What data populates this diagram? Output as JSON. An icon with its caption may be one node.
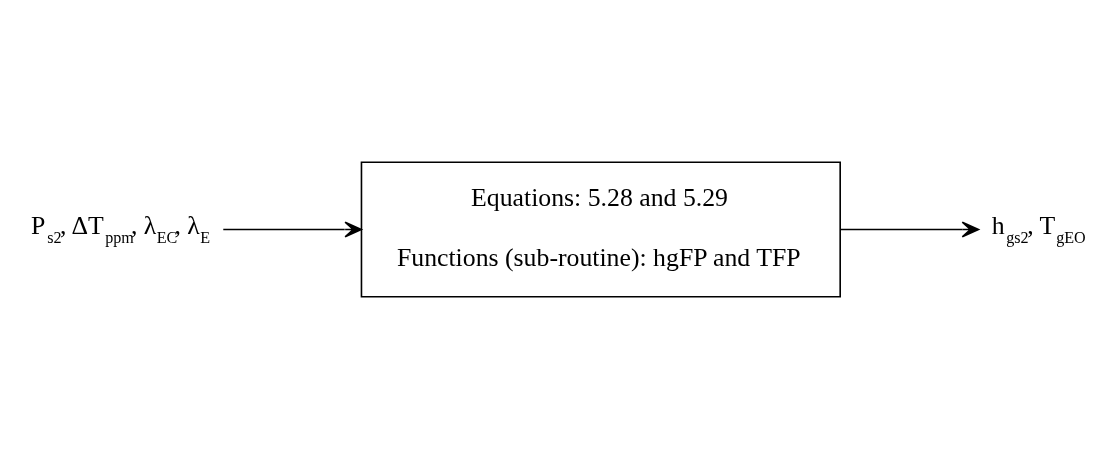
{
  "diagram": {
    "nodes": [
      {
        "text": [
          "P$_{s2}$, ΔT$_{ppm}$, λ$_{EC}$, λ$_{E}$"
        ]
      },
      {
        "text": [
          "Equations: 5.28 and 5.29",
          "Functions (sub-routine): hgFP and TFP"
        ]
      },
      {
        "text": [
          "h$_{gs2}$, T$_{gEO}$"
        ]
      }
    ],
    "edges": [
      {
        "from": 0,
        "to": 1,
        "arrow": "to"
      },
      {
        "from": 1,
        "to": 2,
        "arrow": "to"
      }
    ]
  }
}
